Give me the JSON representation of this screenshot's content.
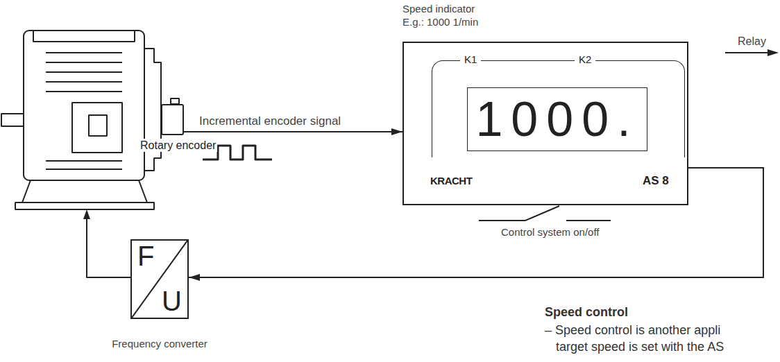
{
  "diagram": {
    "nodes": [
      {
        "text": [
          "Rotary encoder"
        ]
      },
      {
        "text": [
          "Speed indicator",
          "E.g.: 1000 1/min"
        ]
      },
      {
        "text": [
          "K1",
          "K2"
        ],
        "in": 1
      },
      {
        "text": [
          "1000."
        ],
        "in": 2
      },
      {
        "text": [
          "F",
          "U",
          "Frequency converter"
        ]
      }
    ],
    "edges": [
      {
        "from": 0,
        "to": 1,
        "arrow": "to",
        "label": "Incremental encoder signal"
      },
      {
        "from": 1,
        "to": 4,
        "arrow": "to"
      }
    ],
    "labels": [
      "KRACHT",
      "AS 8",
      "Relay",
      "Control system on/off",
      "Speed control",
      "– Speed control is another appli",
      "target speed is set with the AS"
    ]
  }
}
